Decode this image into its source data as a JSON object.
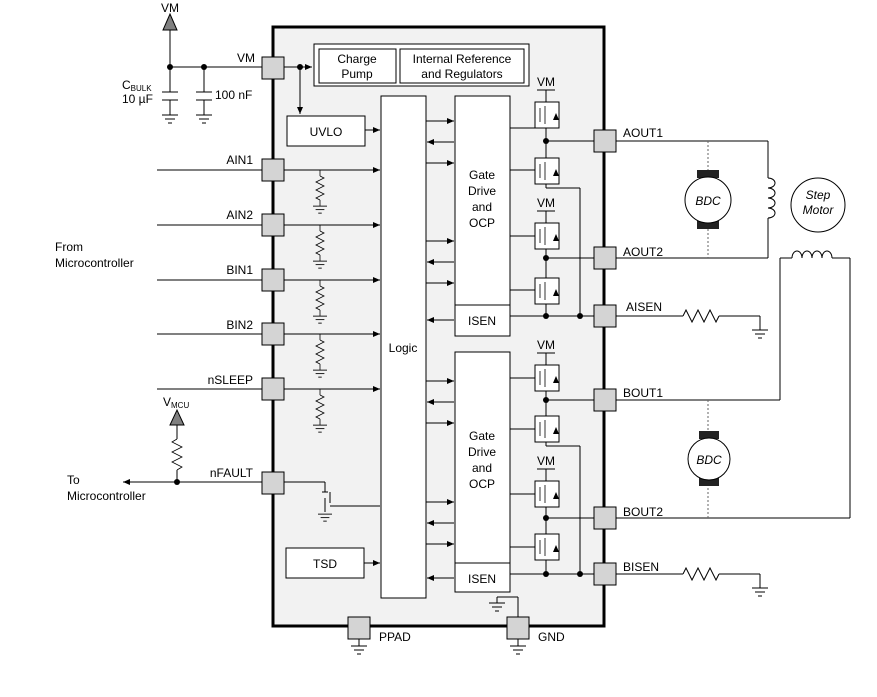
{
  "supply": {
    "vm_top": "VM",
    "vm_pin": "VM"
  },
  "cbulk": {
    "c": "C",
    "sub": "BULK",
    "value": "10 µF"
  },
  "cap2": "100 nF",
  "blocks": {
    "charge_pump_l1": "Charge",
    "charge_pump_l2": "Pump",
    "int_ref_l1": "Internal Reference",
    "int_ref_l2": "and Regulators",
    "uvlo": "UVLO",
    "logic": "Logic",
    "tsd": "TSD",
    "gate_a": [
      "Gate",
      "Drive",
      "and",
      "OCP"
    ],
    "gate_b": [
      "Gate",
      "Drive",
      "and",
      "OCP"
    ],
    "isen_a": "ISEN",
    "isen_b": "ISEN"
  },
  "left_pins": [
    "AIN1",
    "AIN2",
    "BIN1",
    "BIN2",
    "nSLEEP",
    "nFAULT"
  ],
  "from_mcu": [
    "From",
    "Microcontroller"
  ],
  "to_mcu": [
    "To",
    "Microcontroller"
  ],
  "vmcu": {
    "v": "V",
    "sub": "MCU"
  },
  "right_pins": [
    "AOUT1",
    "AOUT2",
    "AISEN",
    "BOUT1",
    "BOUT2",
    "BISEN"
  ],
  "vm_fet_labels": [
    "VM",
    "VM",
    "VM",
    "VM"
  ],
  "motors": {
    "bdc1": "BDC",
    "bdc2": "BDC",
    "step_l1": "Step",
    "step_l2": "Motor"
  },
  "bottom_pins": {
    "ppad": "PPAD",
    "gnd": "GND"
  },
  "colors": {
    "chip_fill": "#f2f2f2",
    "pin_fill": "#d4d4d4",
    "arrow_fill": "#808080"
  }
}
